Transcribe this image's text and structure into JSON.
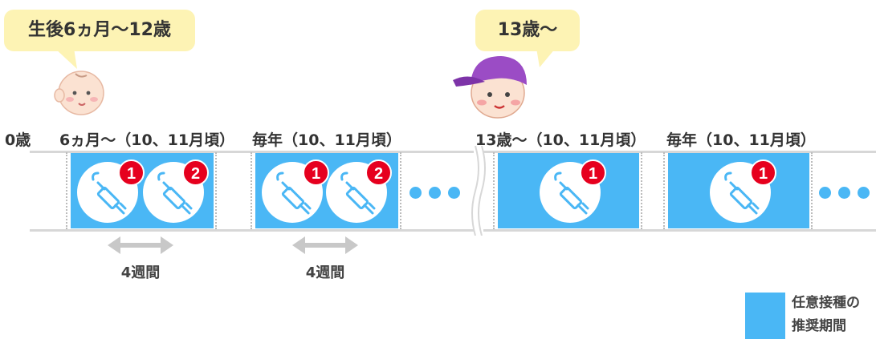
{
  "bubbles": {
    "infant": "生後6ヵ月～12歳",
    "teen": "13歳～"
  },
  "timeline": {
    "age0": "0歳",
    "first_season": "6ヵ月～（10、11月頃）",
    "every_year_1": "毎年（10、11月頃）",
    "age13": "13歳～（10、11月頃）",
    "every_year_2": "毎年（10、11月頃）"
  },
  "doses": {
    "one": "1",
    "two": "2"
  },
  "intervals": {
    "first": "4週間",
    "second": "4週間"
  },
  "legend": {
    "line1": "任意接種の",
    "line2": "推奨期間",
    "color": "#4ab7f5"
  },
  "icons": [
    "syringe-icon",
    "baby-face-icon",
    "boy-with-cap-icon",
    "double-arrow-icon",
    "ellipsis-dots-icon"
  ]
}
